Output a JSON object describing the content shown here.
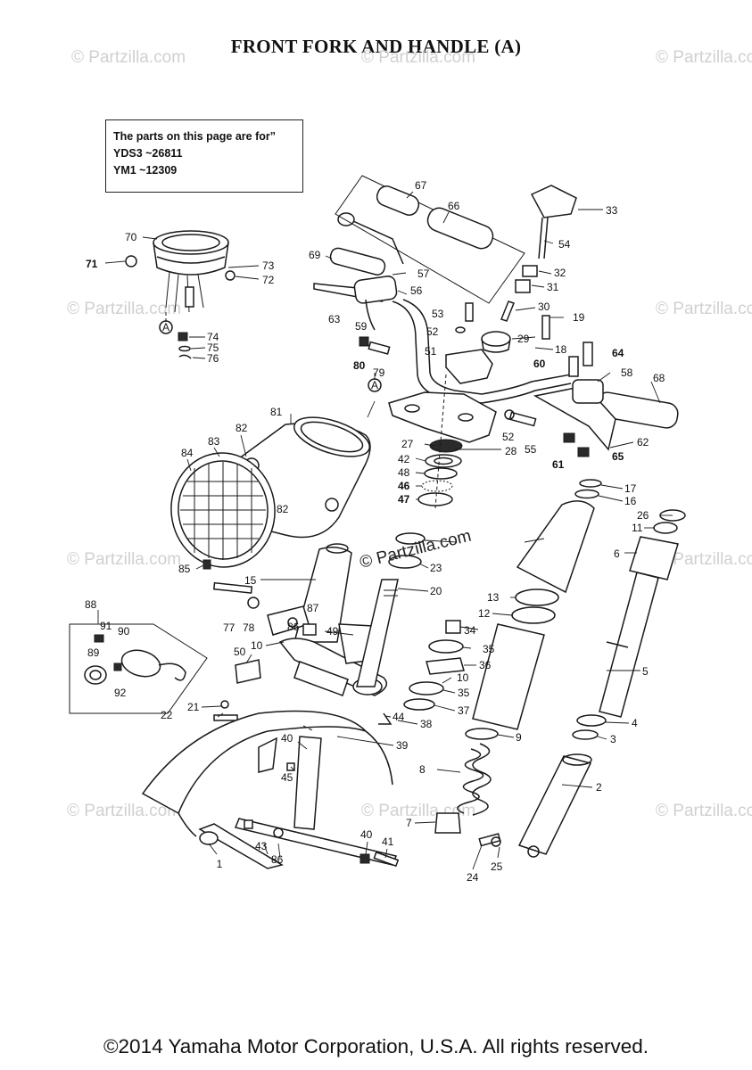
{
  "title": "FRONT FORK AND HANDLE  (A)",
  "note": {
    "line1": "The parts on this page are for”",
    "line2": "YDS3 ~26811",
    "line3": "YM1 ~12309"
  },
  "footer": "©2014 Yamaha Motor Corporation, U.S.A. All rights reserved.",
  "watermark": "© Partzilla.com",
  "stamp": "© Partzilla.com",
  "reference_marker": "A",
  "callouts": [
    "1",
    "2",
    "3",
    "4",
    "5",
    "6",
    "7",
    "8",
    "9",
    "10",
    "10",
    "11",
    "12",
    "13",
    "15",
    "16",
    "17",
    "18",
    "19",
    "20",
    "21",
    "22",
    "23",
    "24",
    "25",
    "26",
    "27",
    "28",
    "29",
    "30",
    "31",
    "32",
    "33",
    "34",
    "35",
    "35",
    "36",
    "37",
    "38",
    "39",
    "40",
    "40",
    "41",
    "42",
    "43",
    "44",
    "45",
    "46",
    "47",
    "48",
    "49",
    "50",
    "51",
    "52",
    "52",
    "53",
    "54",
    "55",
    "56",
    "57",
    "58",
    "59",
    "60",
    "61",
    "62",
    "63",
    "64",
    "65",
    "66",
    "67",
    "68",
    "69",
    "70",
    "71",
    "72",
    "73",
    "74",
    "75",
    "76",
    "77",
    "78",
    "79",
    "80",
    "81",
    "82",
    "82",
    "83",
    "84",
    "85",
    "86",
    "86",
    "87",
    "88",
    "89",
    "90",
    "91",
    "92"
  ]
}
